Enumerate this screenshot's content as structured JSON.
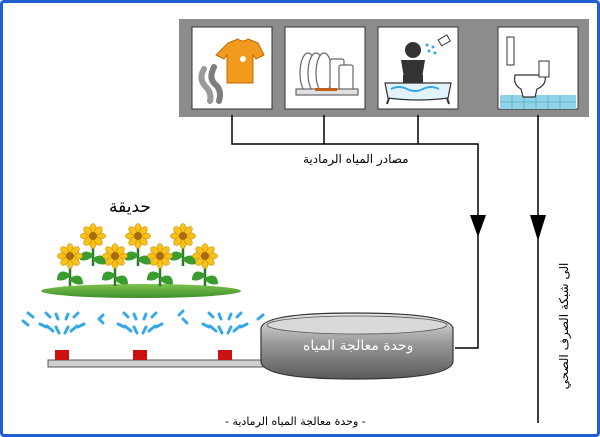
{
  "labels": {
    "gray_water_sources": "مصادر المياه الرمادية",
    "garden": "حديقة",
    "treatment_unit": "وحدة معالجة المياه",
    "sewer_network": "الى شبكة الصرف الصحي",
    "caption": "- وحدة معالجة المياه الرمادية -"
  },
  "icons": [
    "laundry-icon",
    "dishes-icon",
    "bathtub-shower-icon",
    "toilet-icon",
    "flower-icon",
    "sprinkler-icon"
  ],
  "colors": {
    "frame": "#1f5fd6",
    "panel": "#8c8c8c",
    "shirt": "#f39a1e",
    "water": "#36a7e8",
    "flower_petal": "#f7c21a",
    "grass": "#5aa83c",
    "sprinkler": "#cc1111",
    "tank": "#909090"
  }
}
